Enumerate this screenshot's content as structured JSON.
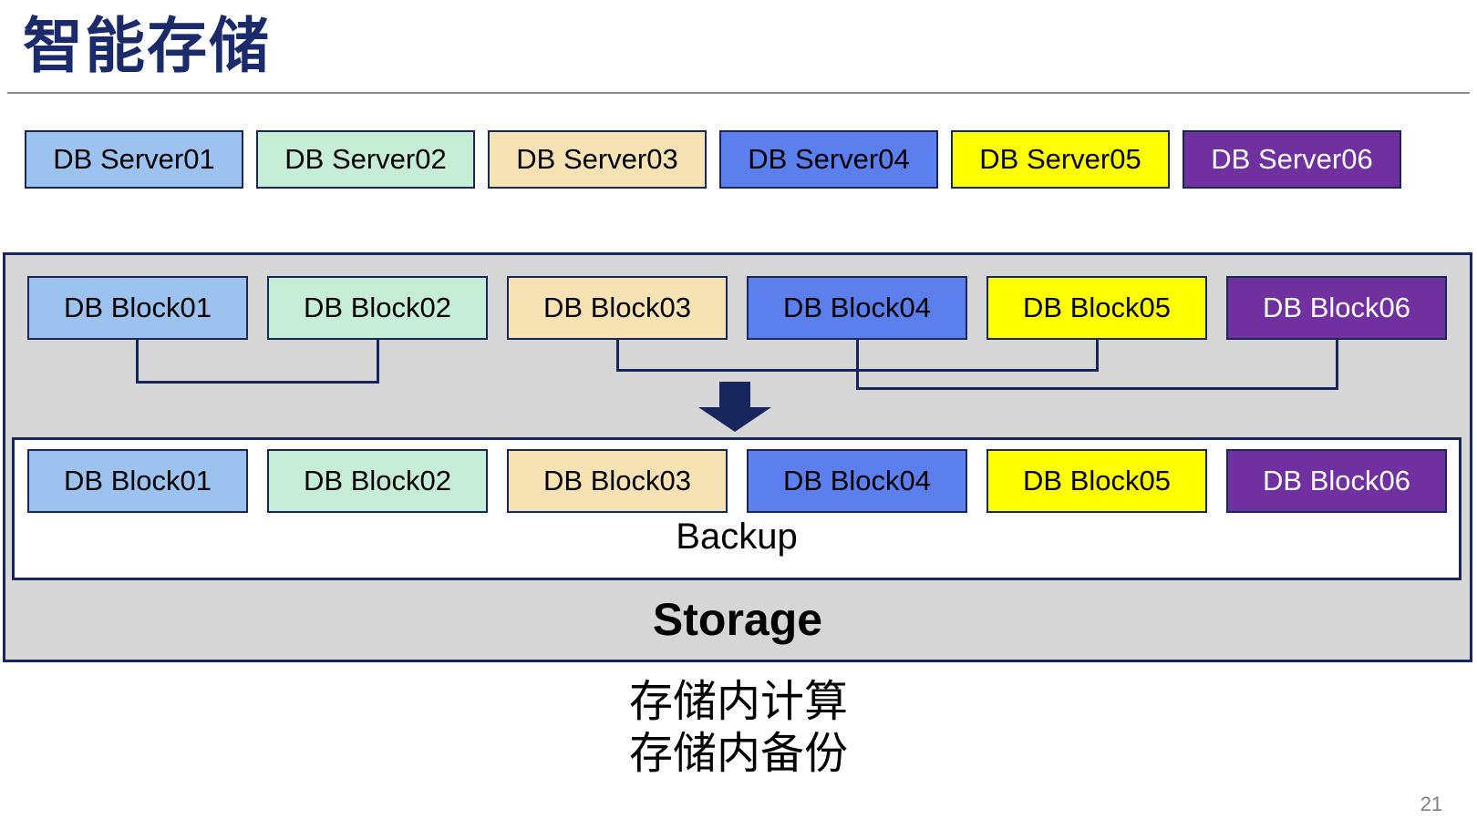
{
  "title": "智能存储",
  "page_number": "21",
  "caption": {
    "line1": "存储内计算",
    "line2": "存储内备份"
  },
  "storage": {
    "backup_label": "Backup",
    "storage_label": "Storage"
  },
  "palette": {
    "title_navy": "#1B2A6B",
    "line_and_border_navy": "#17265C",
    "container_gray": "#D6D6D6",
    "divider_gray": "#8C8C8C",
    "page_number_gray": "#7F7F7F",
    "box_light_blue": "#9CC3F0",
    "box_mint_green": "#C6EED6",
    "box_tan": "#F6E2B2",
    "box_medium_blue": "#5B80EE",
    "box_yellow": "#FFFF00",
    "box_purple": "#7030A0"
  },
  "servers": [
    {
      "label": "DB Server01",
      "bg": "#9CC3F0",
      "fg": "#000000"
    },
    {
      "label": "DB Server02",
      "bg": "#C6EED6",
      "fg": "#000000"
    },
    {
      "label": "DB Server03",
      "bg": "#F6E2B2",
      "fg": "#000000"
    },
    {
      "label": "DB Server04",
      "bg": "#5B80EE",
      "fg": "#000000"
    },
    {
      "label": "DB Server05",
      "bg": "#FFFF00",
      "fg": "#000000"
    },
    {
      "label": "DB Server06",
      "bg": "#7030A0",
      "fg": "#FFFFFF"
    }
  ],
  "upper_blocks": [
    {
      "label": "DB Block01",
      "bg": "#9CC3F0",
      "fg": "#000000"
    },
    {
      "label": "DB Block02",
      "bg": "#C6EED6",
      "fg": "#000000"
    },
    {
      "label": "DB Block03",
      "bg": "#F6E2B2",
      "fg": "#000000"
    },
    {
      "label": "DB Block04",
      "bg": "#5B80EE",
      "fg": "#000000"
    },
    {
      "label": "DB Block05",
      "bg": "#FFFF00",
      "fg": "#000000"
    },
    {
      "label": "DB Block06",
      "bg": "#7030A0",
      "fg": "#FFFFFF"
    }
  ],
  "lower_blocks": [
    {
      "label": "DB Block01",
      "bg": "#9CC3F0",
      "fg": "#000000"
    },
    {
      "label": "DB Block02",
      "bg": "#C6EED6",
      "fg": "#000000"
    },
    {
      "label": "DB Block03",
      "bg": "#F6E2B2",
      "fg": "#000000"
    },
    {
      "label": "DB Block04",
      "bg": "#5B80EE",
      "fg": "#000000"
    },
    {
      "label": "DB Block05",
      "bg": "#FFFF00",
      "fg": "#000000"
    },
    {
      "label": "DB Block06",
      "bg": "#7030A0",
      "fg": "#FFFFFF"
    }
  ]
}
